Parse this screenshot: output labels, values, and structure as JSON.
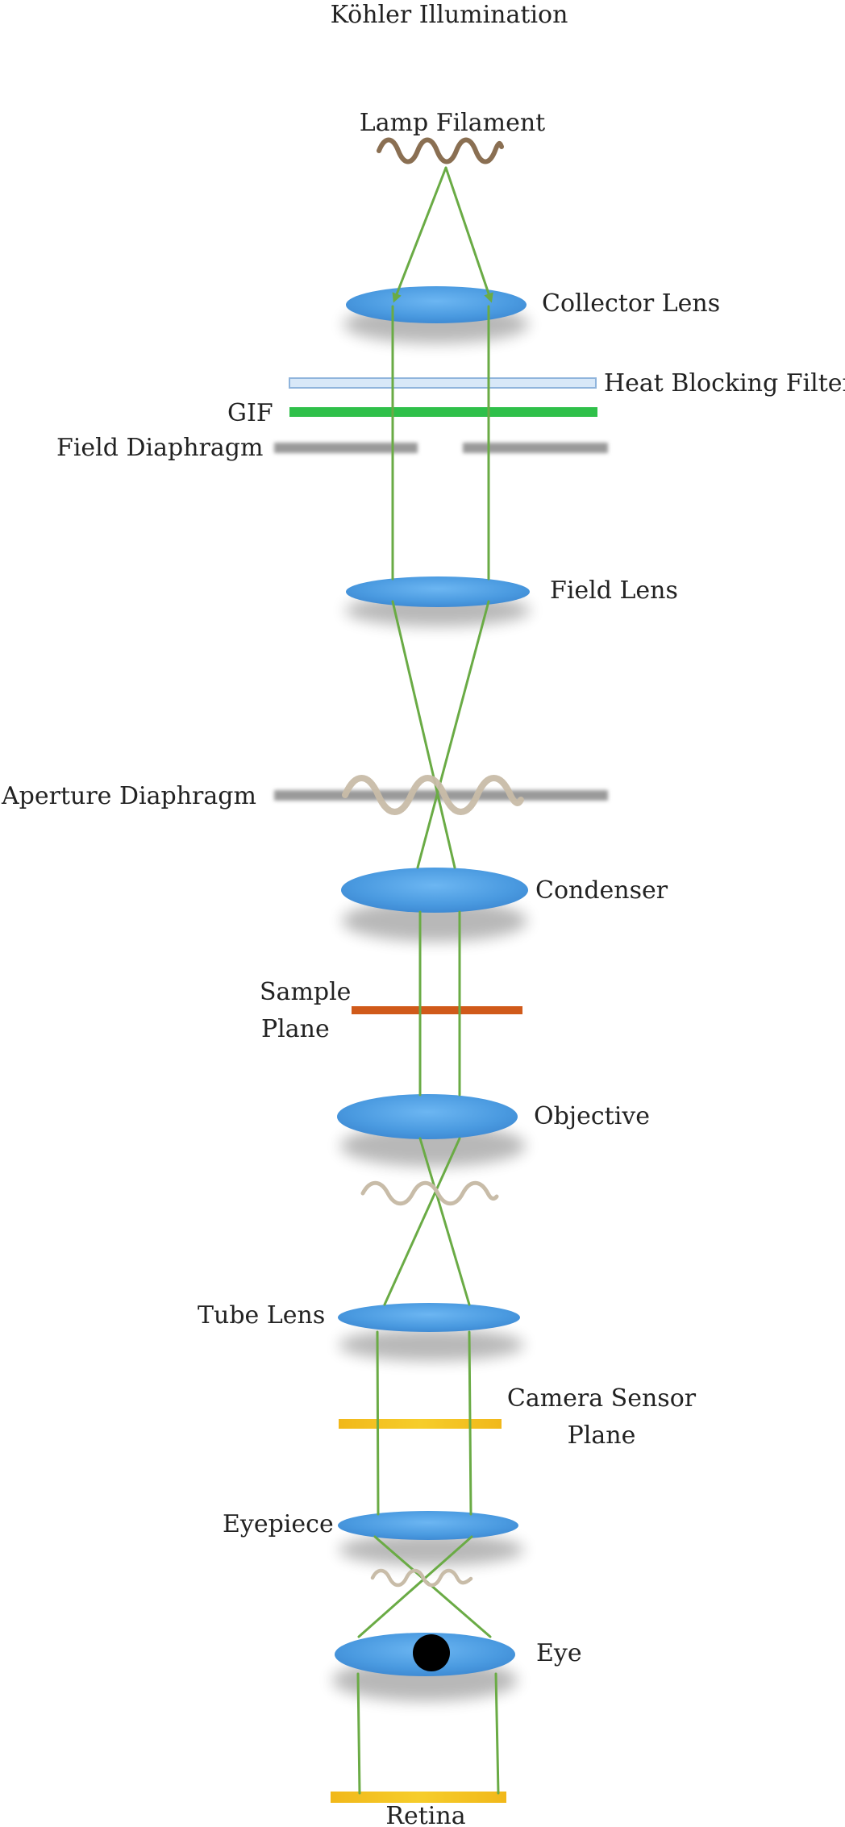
{
  "title": "Köhler Illumination",
  "labels": {
    "lamp_filament": "Lamp Filament",
    "collector_lens": "Collector Lens",
    "heat_blocking_filter": "Heat Blocking Filter",
    "gif": "GIF",
    "field_diaphragm": "Field Diaphragm",
    "field_lens": "Field Lens",
    "aperture_diaphragm": "Aperture Diaphragm",
    "condenser": "Condenser",
    "sample_plane_line1": "Sample",
    "sample_plane_line2": "Plane",
    "objective": "Objective",
    "tube_lens": "Tube Lens",
    "camera_sensor_line1": "Camera Sensor",
    "camera_sensor_line2": "Plane",
    "eyepiece": "Eyepiece",
    "eye": "Eye",
    "retina": "Retina"
  },
  "colors": {
    "ray": "#6aab45",
    "lens": "#4a9ae0",
    "heat_filter_fill": "#d8e8f8",
    "heat_filter_stroke": "#8fb4dc",
    "gif_filter": "#2fc04a",
    "diaphragm": "#9a9a9a",
    "sample": "#d05a1a",
    "sensor": "#f2be22",
    "filament_conjugate": "#c8bca8",
    "lamp_filament": "#8a6f52",
    "pupil": "#000000"
  }
}
